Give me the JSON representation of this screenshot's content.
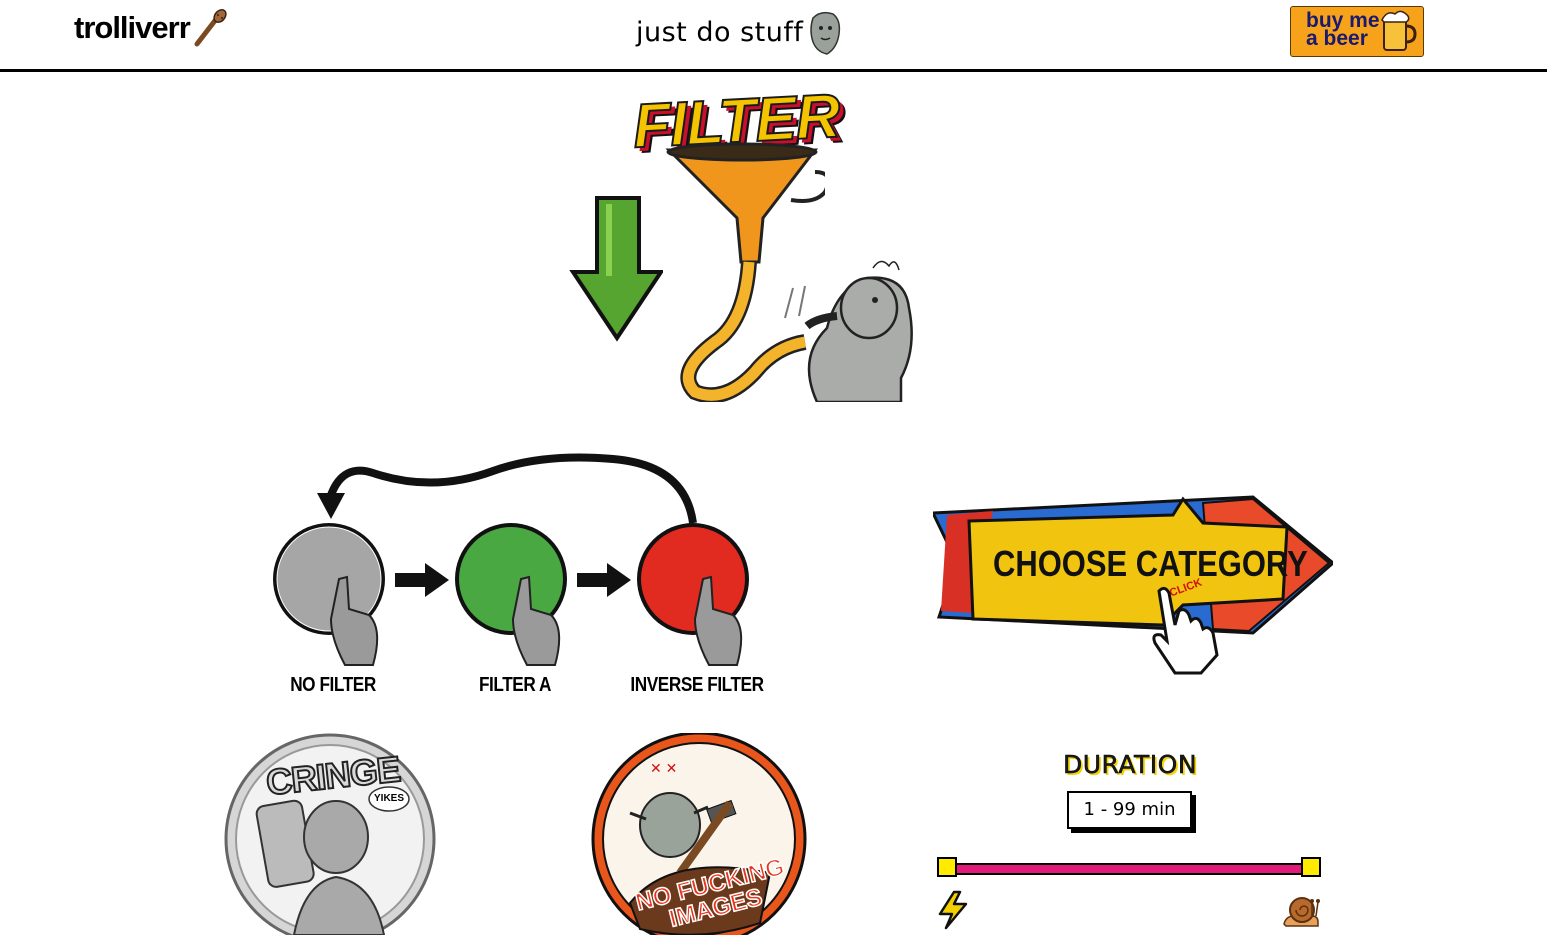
{
  "header": {
    "logo_text": "trolliverr",
    "tagline": "just do stuff",
    "donate": {
      "line1": "buy me",
      "line2": "a beer"
    }
  },
  "hero": {
    "word": "FILTER"
  },
  "filter_toggle": {
    "states": [
      {
        "label": "NO FILTER",
        "color": "#a6a6a6"
      },
      {
        "label": "FILTER A",
        "color": "#4aa843"
      },
      {
        "label": "INVERSE FILTER",
        "color": "#e12a20"
      }
    ]
  },
  "category": {
    "label": "CHOOSE CATEGORY",
    "badge": "CLICK"
  },
  "stickers": {
    "cringe": {
      "title": "CRINGE",
      "bubble": "YIKES"
    },
    "no_images": {
      "line1": "NO FUCKING",
      "line2": "IMAGES"
    }
  },
  "duration": {
    "label": "DURATION",
    "value": "1 - 99 min",
    "range": {
      "min": 1,
      "max": 99
    },
    "left_icon": "lightning-icon",
    "right_icon": "snail-icon",
    "track_color": "#e21b7b",
    "handle_color": "#ffeb00"
  }
}
